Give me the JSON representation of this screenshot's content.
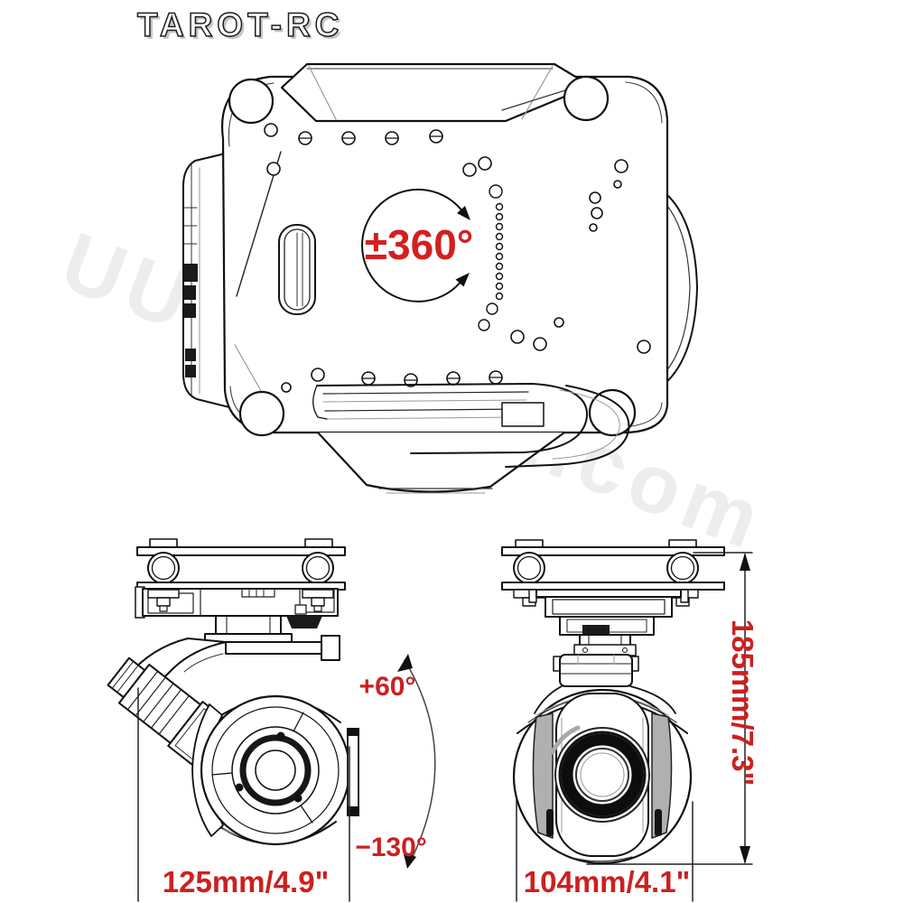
{
  "brand": {
    "logo_text": "TAROT-RC"
  },
  "watermark": {
    "text": "UUUSTORE.com"
  },
  "top_view": {
    "pan_range_label": "±360°"
  },
  "side_view": {
    "tilt_up_label": "+60°",
    "tilt_down_label": "−130°",
    "width_label": "125mm/4.9\""
  },
  "front_view": {
    "height_label": "185mm/7.3\"",
    "width_label": "104mm/4.1\""
  },
  "colors": {
    "dimension_red": "#cc2020",
    "line_black": "#1a1a1a",
    "watermark_gray": "rgba(0,0,0,0.07)"
  }
}
